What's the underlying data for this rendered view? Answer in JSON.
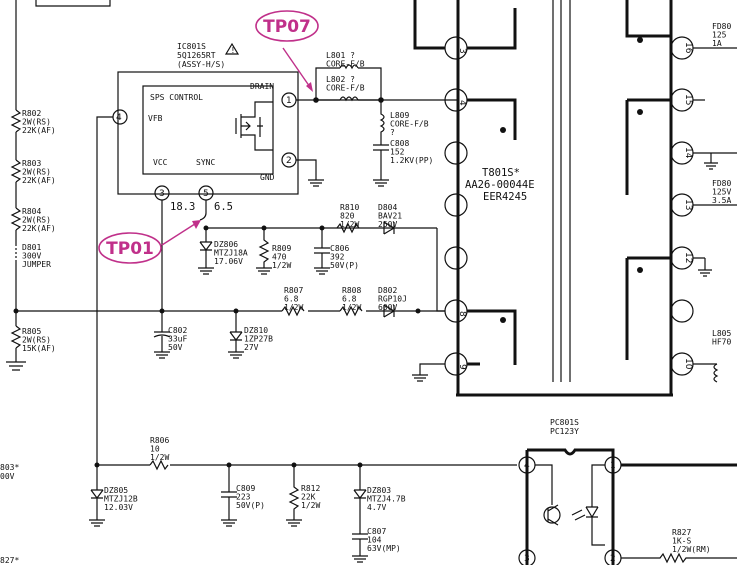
{
  "ic": {
    "ref": "IC801S",
    "part": "5Q1265RT",
    "note": "(ASSY-H/S)",
    "title": "SPS CONTROL",
    "pin_labels": {
      "vfb": "VFB",
      "drain": "DRAIN",
      "vcc": "VCC",
      "sync": "SYNC",
      "gnd": "GND"
    },
    "pins": [
      "4",
      "1",
      "2",
      "3",
      "5"
    ],
    "voltages": {
      "pin3": "18.3",
      "pin5": "6.5"
    },
    "warn_mark": "!"
  },
  "test_points": [
    "TP07",
    "TP01"
  ],
  "transformer": {
    "ref": "T801S*",
    "part": "AA26-00044E",
    "code": "EER4245"
  },
  "transformer_pins": [
    "3",
    "4",
    "8",
    "9",
    "16",
    "15",
    "14",
    "13",
    "12",
    "10"
  ],
  "optocoupler": {
    "ref": "PC801S",
    "part": "PC123Y",
    "pins": [
      "4",
      "1",
      "3",
      "2"
    ]
  },
  "components": [
    {
      "id": "l801",
      "lines": [
        "L801 ?",
        "CORE-F/B"
      ]
    },
    {
      "id": "l802",
      "lines": [
        "L802 ?",
        "CORE-F/B"
      ]
    },
    {
      "id": "l809",
      "lines": [
        "L809",
        "CORE-F/B",
        "?"
      ]
    },
    {
      "id": "c808",
      "lines": [
        "C808",
        "152",
        "1.2KV(PP)"
      ]
    },
    {
      "id": "r802",
      "lines": [
        "R802",
        "2W(RS)",
        "22K(AF)"
      ]
    },
    {
      "id": "r803",
      "lines": [
        "R803",
        "2W(RS)",
        "22K(AF)"
      ]
    },
    {
      "id": "r804",
      "lines": [
        "R804",
        "2W(RS)",
        "22K(AF)"
      ]
    },
    {
      "id": "d801",
      "lines": [
        "D801",
        "300V",
        "JUMPER"
      ]
    },
    {
      "id": "r805",
      "lines": [
        "R805",
        "2W(RS)",
        "15K(AF)"
      ]
    },
    {
      "id": "r810",
      "lines": [
        "R810",
        "820",
        "1/2W"
      ]
    },
    {
      "id": "d804",
      "lines": [
        "D804",
        "BAV21",
        "250V"
      ]
    },
    {
      "id": "dz806",
      "lines": [
        "DZ806",
        "MTZJ18A",
        "17.06V"
      ]
    },
    {
      "id": "r809",
      "lines": [
        "R809",
        "470",
        "1/2W"
      ]
    },
    {
      "id": "c806",
      "lines": [
        "C806",
        "392",
        "50V(P)"
      ]
    },
    {
      "id": "r807",
      "lines": [
        "R807",
        "6.8",
        "1/2W"
      ]
    },
    {
      "id": "r808",
      "lines": [
        "R808",
        "6.8",
        "1/2W"
      ]
    },
    {
      "id": "d802",
      "lines": [
        "D802",
        "RGP10J",
        "600V"
      ]
    },
    {
      "id": "c802",
      "lines": [
        "C802",
        "33uF",
        "50V"
      ]
    },
    {
      "id": "dz810",
      "lines": [
        "DZ810",
        "1ZP27B",
        "27V"
      ]
    },
    {
      "id": "r806",
      "lines": [
        "R806",
        "10",
        "1/2W"
      ]
    },
    {
      "id": "dz805",
      "lines": [
        "DZ805",
        "MTZJ12B",
        "12.03V"
      ]
    },
    {
      "id": "c809",
      "lines": [
        "C809",
        "223",
        "50V(P)"
      ]
    },
    {
      "id": "r812",
      "lines": [
        "R812",
        "22K",
        "1/2W"
      ]
    },
    {
      "id": "dz803",
      "lines": [
        "DZ803",
        "MTZJ4.7B",
        "4.7V"
      ]
    },
    {
      "id": "c807",
      "lines": [
        "C807",
        "104",
        "63V(MP)"
      ]
    },
    {
      "id": "r827",
      "lines": [
        "R827",
        "1K-S",
        "1/2W(RM)"
      ]
    },
    {
      "id": "fd80a",
      "lines": [
        "FD80",
        "125",
        "1A"
      ]
    },
    {
      "id": "fd80b",
      "lines": [
        "FD80",
        "125V",
        "3.5A"
      ]
    },
    {
      "id": "l805",
      "lines": [
        "L805",
        "HF70"
      ]
    }
  ],
  "edge_labels": [
    "803*",
    "00V",
    "827*"
  ]
}
